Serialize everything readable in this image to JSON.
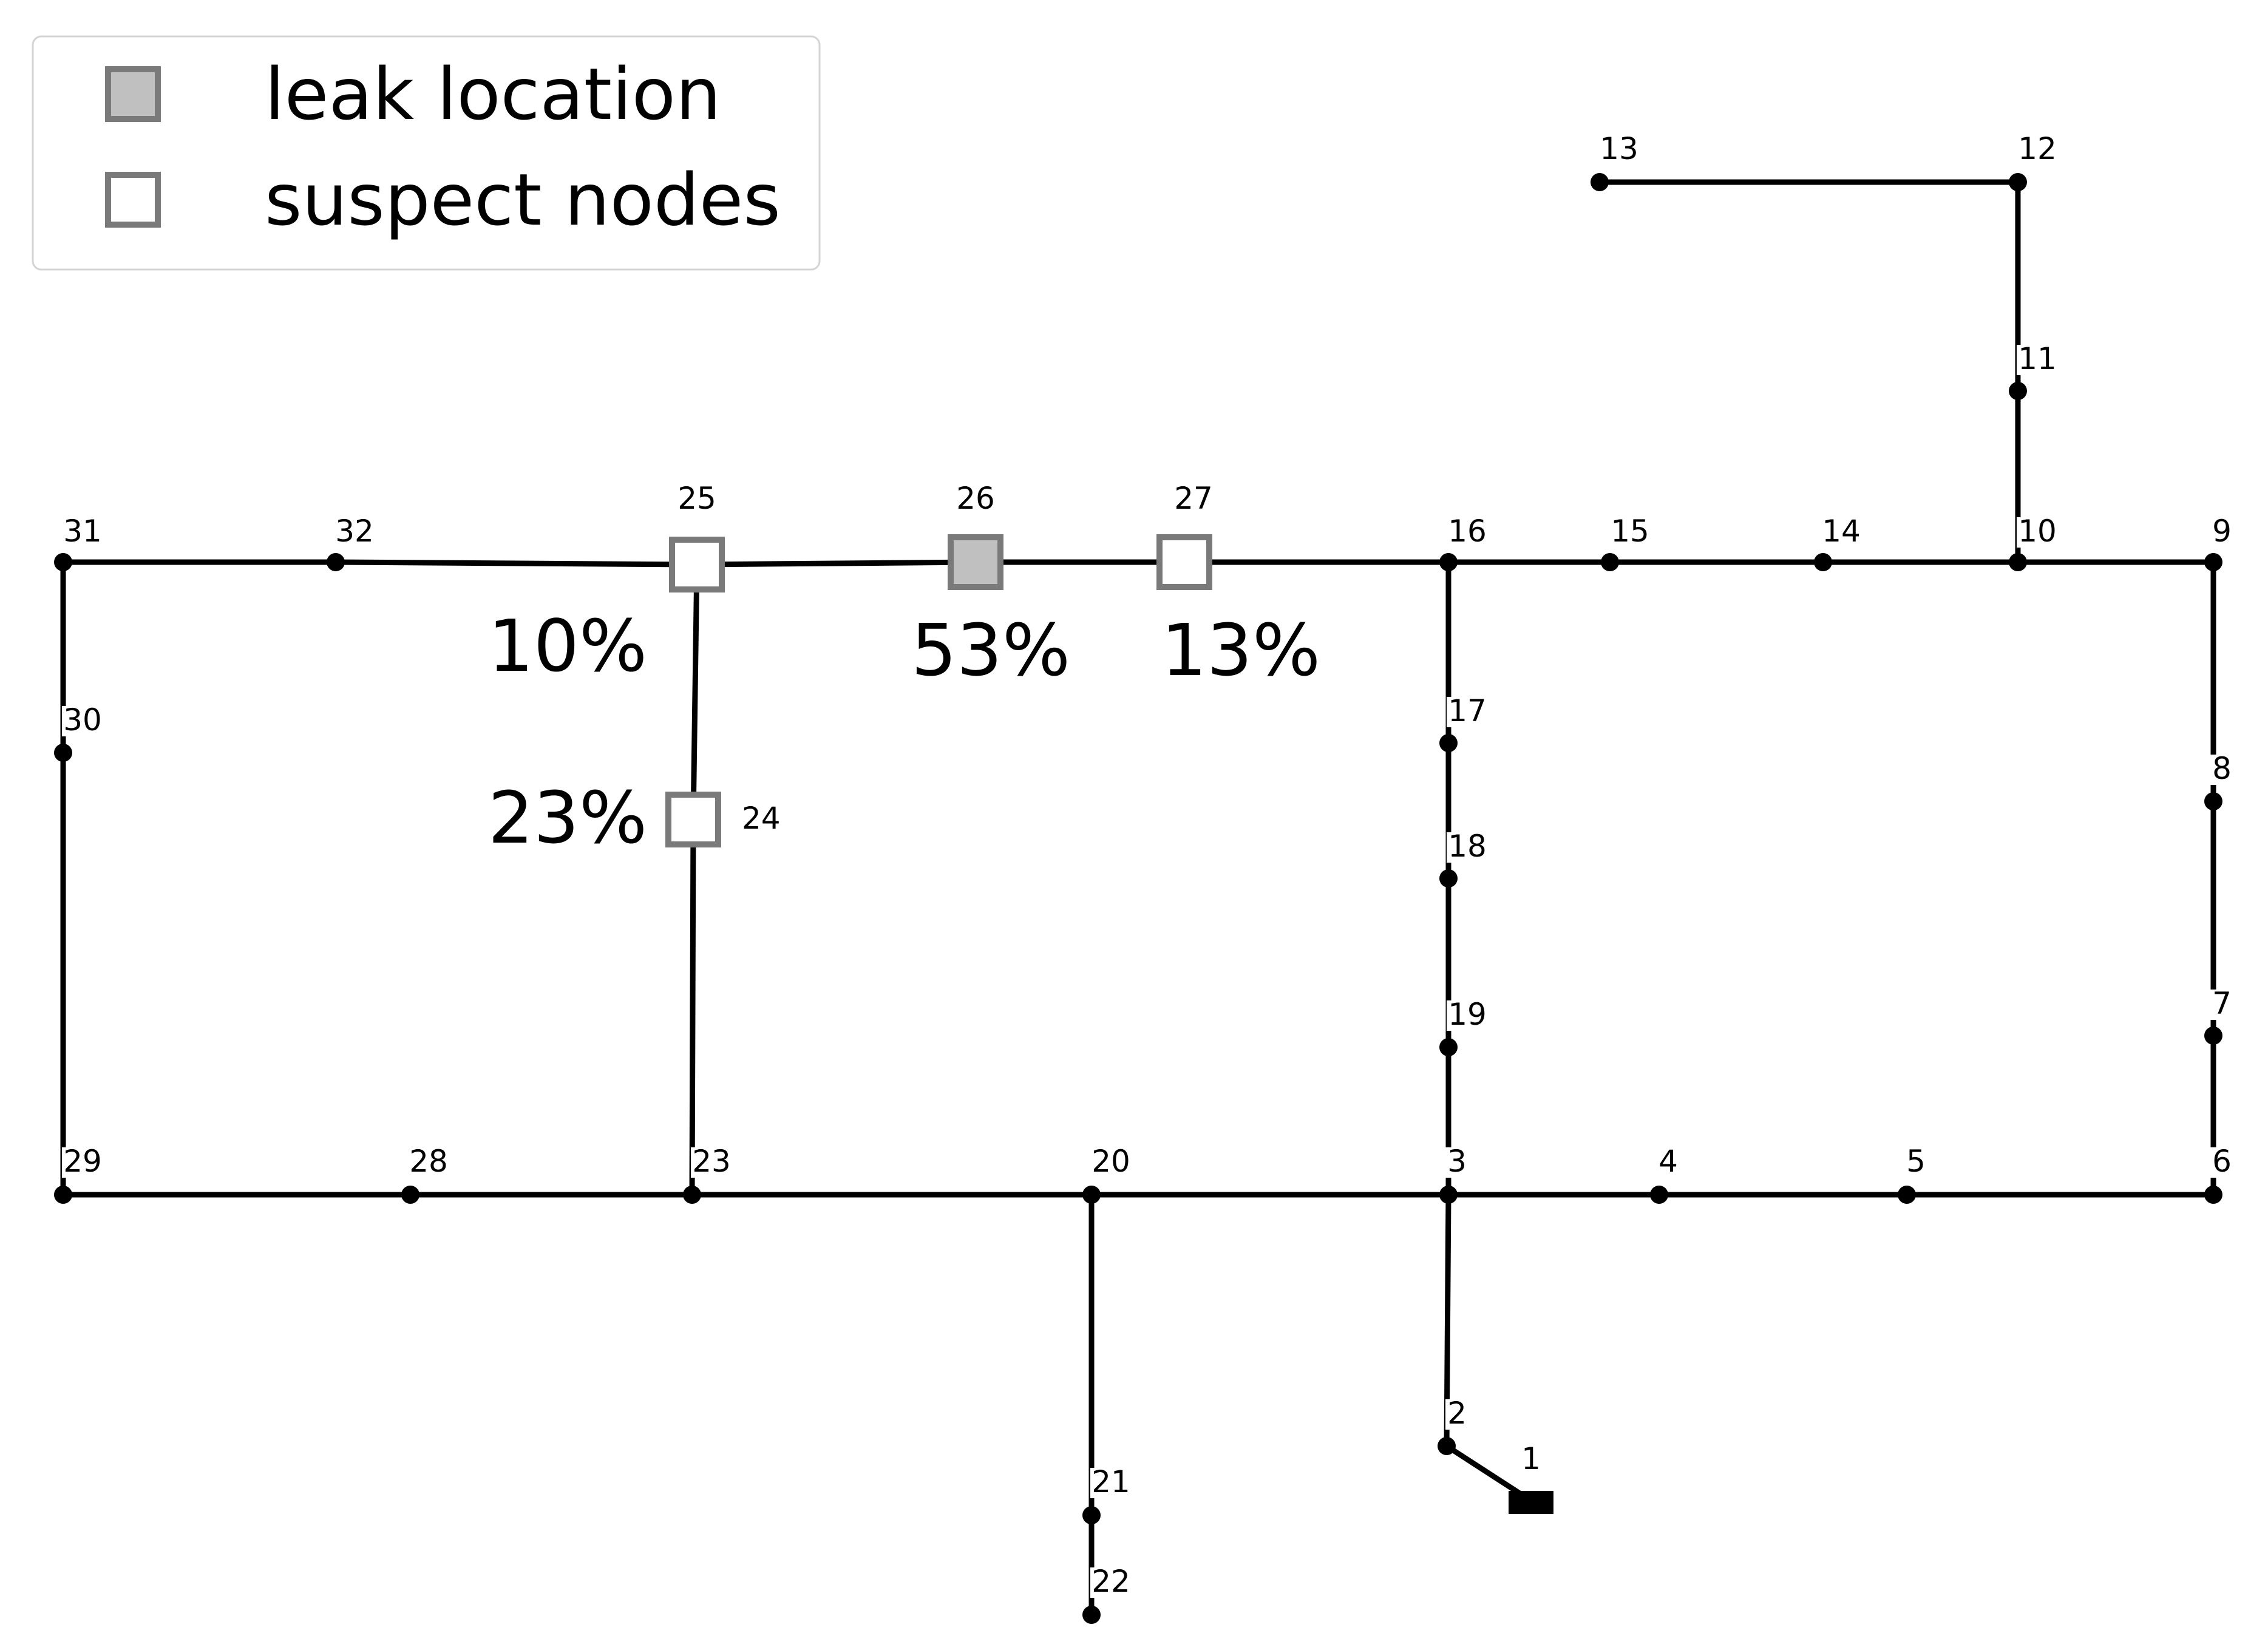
{
  "colors": {
    "pipe": "#000000",
    "leak_fill": "#c0c0c0",
    "suspect_fill": "#ffffff",
    "marker_border": "#7a7a7a",
    "legend_border": "#d4d4d4"
  },
  "legend": {
    "leak_label": "leak location",
    "suspect_label": "suspect nodes"
  },
  "nodes": [
    {
      "id": "1",
      "label": "1",
      "kind": "reservoir"
    },
    {
      "id": "2",
      "label": "2",
      "kind": "junction"
    },
    {
      "id": "3",
      "label": "3",
      "kind": "junction"
    },
    {
      "id": "4",
      "label": "4",
      "kind": "junction"
    },
    {
      "id": "5",
      "label": "5",
      "kind": "junction"
    },
    {
      "id": "6",
      "label": "6",
      "kind": "junction"
    },
    {
      "id": "7",
      "label": "7",
      "kind": "junction"
    },
    {
      "id": "8",
      "label": "8",
      "kind": "junction"
    },
    {
      "id": "9",
      "label": "9",
      "kind": "junction"
    },
    {
      "id": "10",
      "label": "10",
      "kind": "junction"
    },
    {
      "id": "11",
      "label": "11",
      "kind": "junction"
    },
    {
      "id": "12",
      "label": "12",
      "kind": "junction"
    },
    {
      "id": "13",
      "label": "13",
      "kind": "junction"
    },
    {
      "id": "14",
      "label": "14",
      "kind": "junction"
    },
    {
      "id": "15",
      "label": "15",
      "kind": "junction"
    },
    {
      "id": "16",
      "label": "16",
      "kind": "junction"
    },
    {
      "id": "17",
      "label": "17",
      "kind": "junction"
    },
    {
      "id": "18",
      "label": "18",
      "kind": "junction"
    },
    {
      "id": "19",
      "label": "19",
      "kind": "junction"
    },
    {
      "id": "20",
      "label": "20",
      "kind": "junction"
    },
    {
      "id": "21",
      "label": "21",
      "kind": "junction"
    },
    {
      "id": "22",
      "label": "22",
      "kind": "junction"
    },
    {
      "id": "23",
      "label": "23",
      "kind": "junction"
    },
    {
      "id": "24",
      "label": "24",
      "kind": "suspect",
      "probability": "23%"
    },
    {
      "id": "25",
      "label": "25",
      "kind": "suspect",
      "probability": "10%"
    },
    {
      "id": "26",
      "label": "26",
      "kind": "leak",
      "probability": "53%"
    },
    {
      "id": "27",
      "label": "27",
      "kind": "suspect",
      "probability": "13%"
    },
    {
      "id": "28",
      "label": "28",
      "kind": "junction"
    },
    {
      "id": "29",
      "label": "29",
      "kind": "junction"
    },
    {
      "id": "30",
      "label": "30",
      "kind": "junction"
    },
    {
      "id": "31",
      "label": "31",
      "kind": "junction"
    },
    {
      "id": "32",
      "label": "32",
      "kind": "junction"
    }
  ],
  "pipes": [
    [
      "1",
      "2"
    ],
    [
      "2",
      "3"
    ],
    [
      "3",
      "4"
    ],
    [
      "4",
      "5"
    ],
    [
      "5",
      "6"
    ],
    [
      "6",
      "7"
    ],
    [
      "7",
      "8"
    ],
    [
      "8",
      "9"
    ],
    [
      "9",
      "10"
    ],
    [
      "10",
      "11"
    ],
    [
      "11",
      "12"
    ],
    [
      "12",
      "13"
    ],
    [
      "10",
      "14"
    ],
    [
      "14",
      "15"
    ],
    [
      "15",
      "16"
    ],
    [
      "16",
      "17"
    ],
    [
      "17",
      "18"
    ],
    [
      "18",
      "19"
    ],
    [
      "19",
      "3"
    ],
    [
      "3",
      "20"
    ],
    [
      "20",
      "21"
    ],
    [
      "21",
      "22"
    ],
    [
      "20",
      "23"
    ],
    [
      "23",
      "24"
    ],
    [
      "24",
      "25"
    ],
    [
      "25",
      "26"
    ],
    [
      "26",
      "27"
    ],
    [
      "27",
      "16"
    ],
    [
      "23",
      "28"
    ],
    [
      "28",
      "29"
    ],
    [
      "29",
      "30"
    ],
    [
      "30",
      "31"
    ],
    [
      "31",
      "32"
    ],
    [
      "32",
      "25"
    ]
  ]
}
